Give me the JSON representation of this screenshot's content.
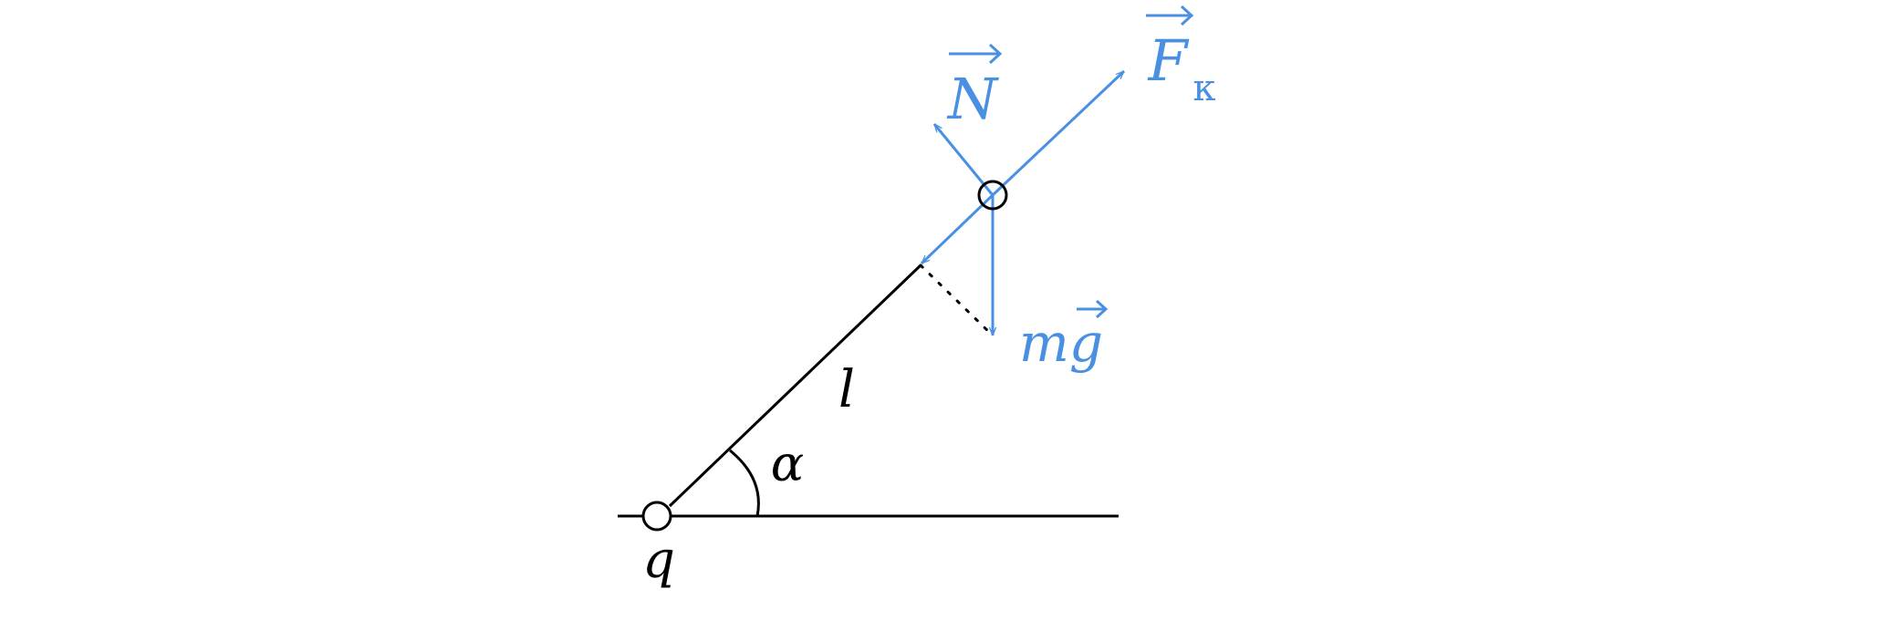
{
  "colors": {
    "geometry": "#000000",
    "force": "#4a90e2",
    "background": "#ffffff"
  },
  "labels": {
    "charge": "q",
    "length": "l",
    "angle": "α",
    "normal_force": "N",
    "coulomb_force_symbol": "F",
    "coulomb_force_subscript": "к",
    "gravity": "mg"
  }
}
